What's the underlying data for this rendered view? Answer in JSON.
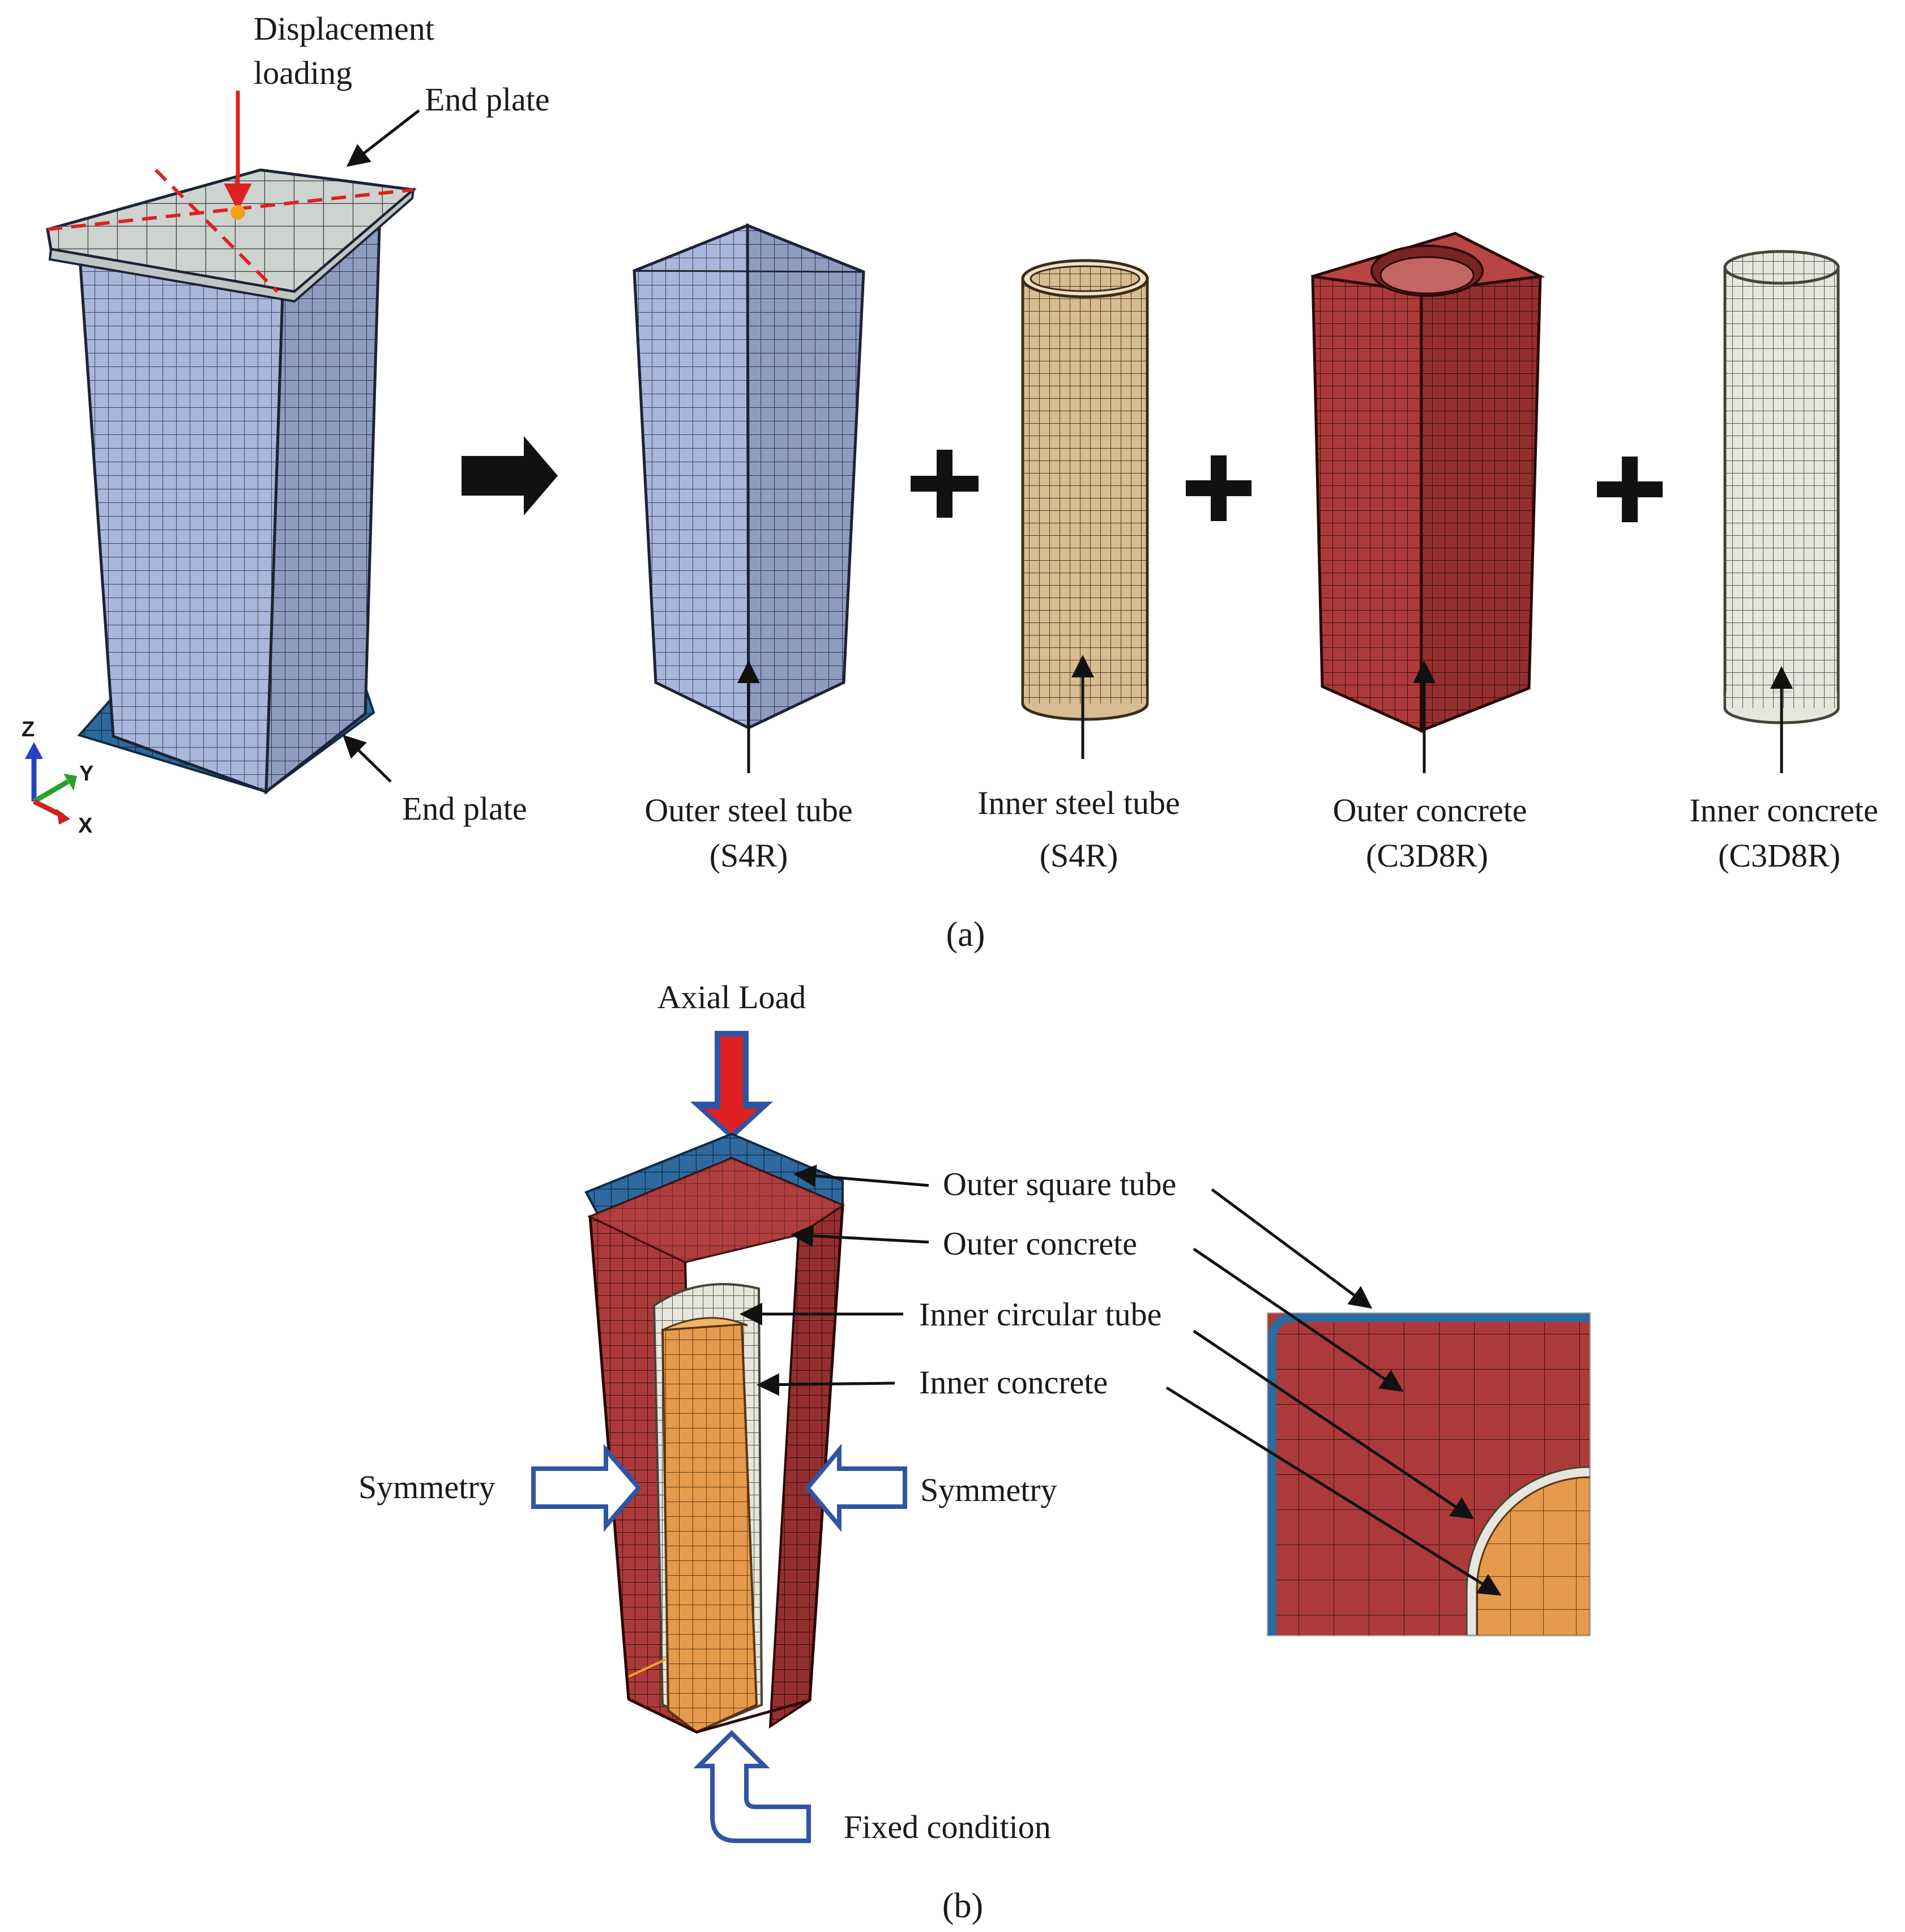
{
  "panel_a": {
    "caption": "(a)",
    "displacement_label_line1": "Displacement",
    "displacement_label_line2": "loading",
    "end_plate_top": "End plate",
    "end_plate_bottom": "End plate",
    "axes": {
      "z": "Z",
      "y": "Y",
      "x": "X"
    },
    "components": [
      {
        "name": "Outer steel tube",
        "element": "(S4R)",
        "color": "#a9b7dc"
      },
      {
        "name": "Inner steel tube",
        "element": "(S4R)",
        "color": "#d8bd92"
      },
      {
        "name": "Outer concrete",
        "element": "(C3D8R)",
        "color": "#ad3a3a"
      },
      {
        "name": "Inner concrete",
        "element": "(C3D8R)",
        "color": "#e6e6dc"
      }
    ]
  },
  "panel_b": {
    "caption": "(b)",
    "axial_load": "Axial Load",
    "outer_square_tube": "Outer square tube",
    "outer_concrete": "Outer concrete",
    "inner_circular_tube": "Inner circular tube",
    "inner_concrete": "Inner concrete",
    "symmetry_left": "Symmetry",
    "symmetry_right": "Symmetry",
    "fixed_condition": "Fixed condition"
  },
  "colors": {
    "steel_plate": "#2e6a9e",
    "load_arrow": "#e02020",
    "outer_concrete": "#ad3a3a",
    "inner_concrete": "#e59a4c",
    "inner_tube": "#e6e6dc",
    "bc_arrow": "#2f55a4"
  }
}
